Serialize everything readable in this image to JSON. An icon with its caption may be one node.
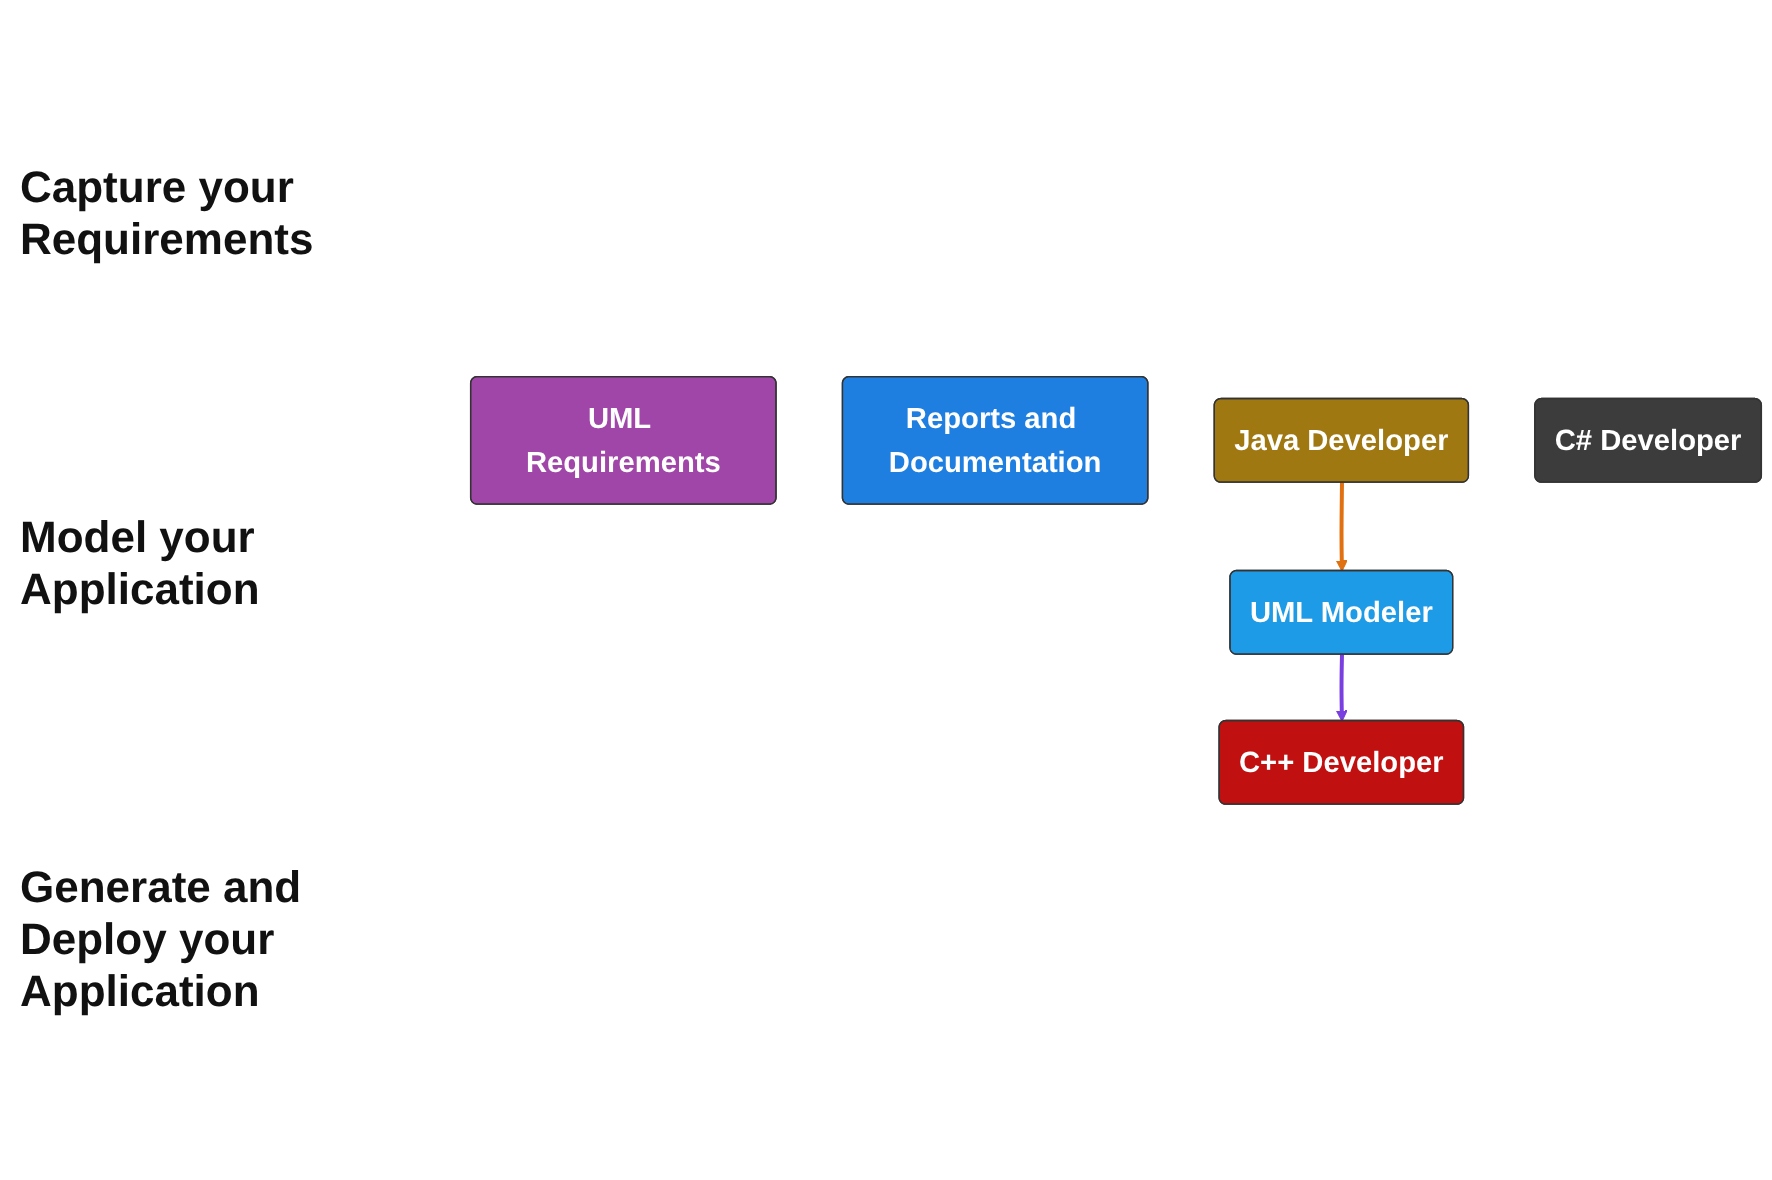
{
  "diagram": {
    "nodes": [
      {
        "text": [
          "UML Requirements"
        ]
      },
      {
        "text": [
          "UML Modeler"
        ]
      },
      {
        "text": [
          "Reports and Documentation"
        ]
      },
      {
        "text": [
          "C++ Developer"
        ]
      },
      {
        "text": [
          "Java Developer"
        ]
      },
      {
        "text": [
          "C# Developer"
        ]
      }
    ],
    "edges": [
      {
        "from": 1,
        "to": 3,
        "arrow": "to",
        "color": "#7a3fe0"
      },
      {
        "from": 4,
        "to": 1,
        "arrow": "to",
        "color": "#e07010"
      }
    ],
    "labels": [
      "Capture your Requirements",
      "Model your Application",
      "Generate and Deploy your Application"
    ]
  }
}
